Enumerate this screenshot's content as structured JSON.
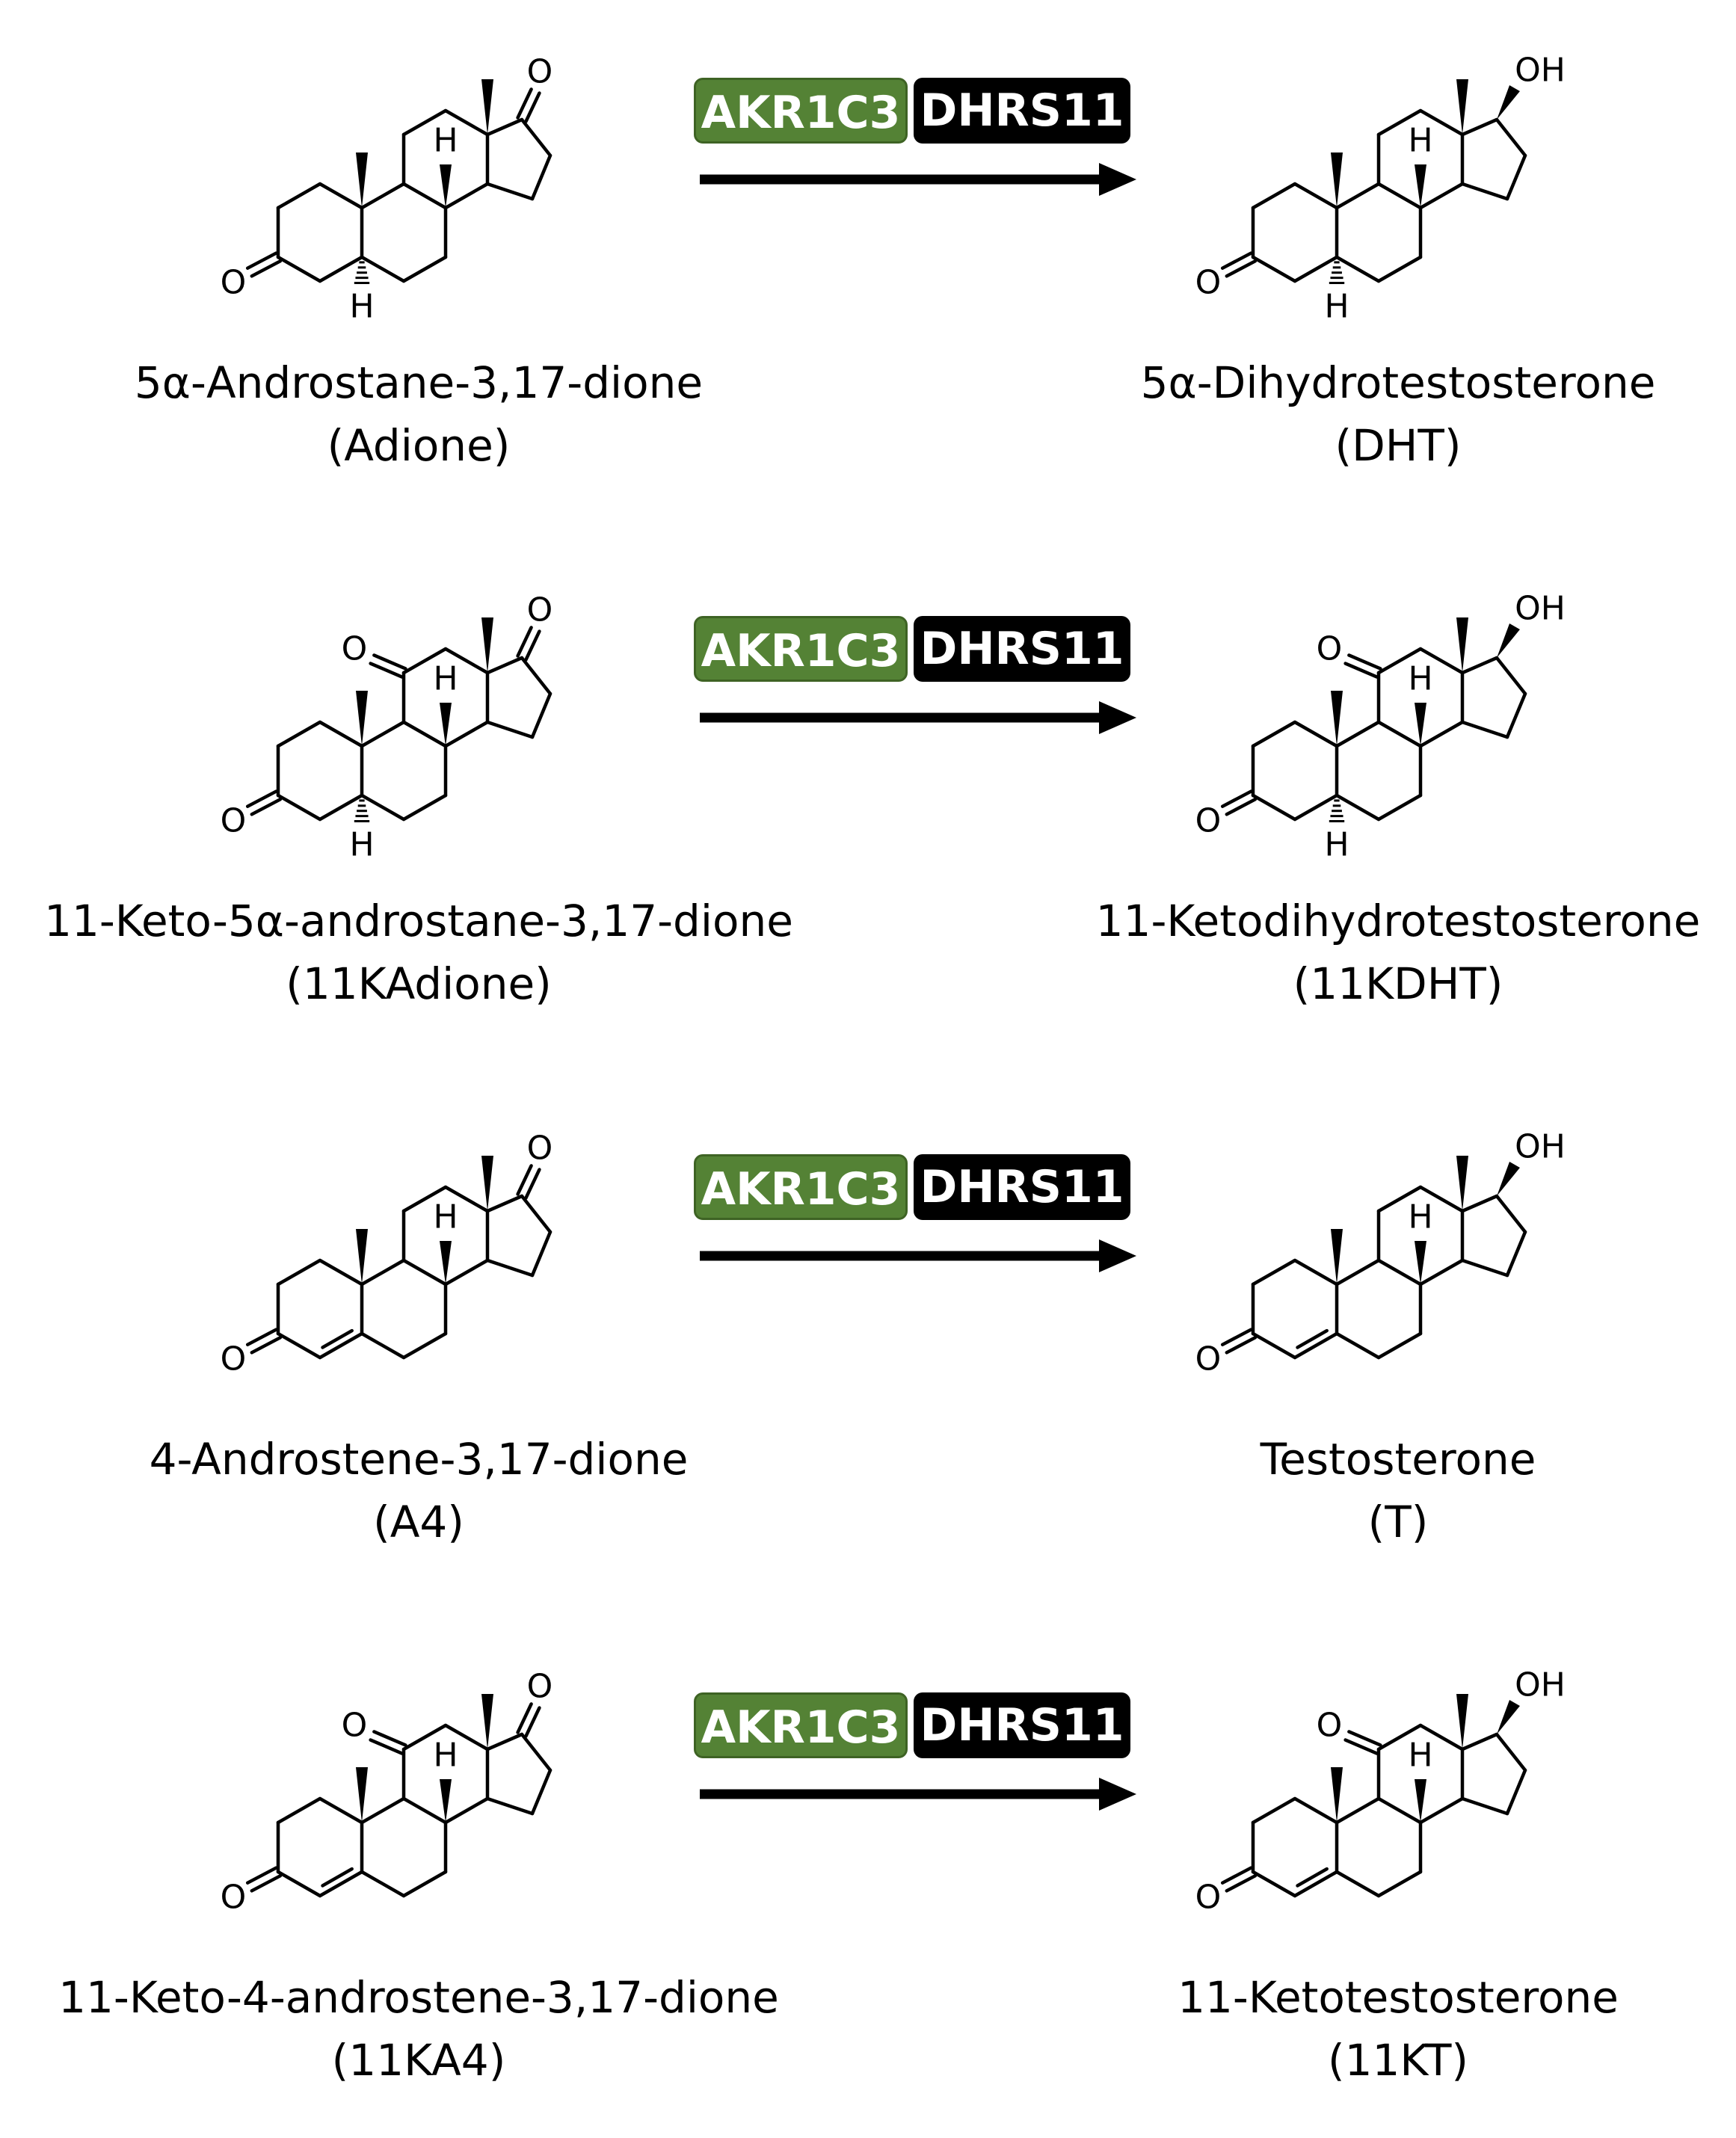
{
  "enzymes": {
    "primary": "AKR1C3",
    "secondary": "DHRS11"
  },
  "colors": {
    "primary_badge": "#548235",
    "secondary_badge": "#000000",
    "text": "#000000"
  },
  "reactions": [
    {
      "substrate": {
        "name": "5α-Androstane-3,17-dione",
        "abbr": "(Adione)",
        "atom_labels": {
          "c3": "O",
          "c17": "O",
          "h5": "H",
          "h8": "H"
        }
      },
      "product": {
        "name": "5α-Dihydrotestosterone",
        "abbr": "(DHT)",
        "atom_labels": {
          "c3": "O",
          "c17": "OH",
          "h5": "H",
          "h8": "H"
        }
      }
    },
    {
      "substrate": {
        "name": "11-Keto-5α-androstane-3,17-dione",
        "abbr": "(11KAdione)",
        "atom_labels": {
          "c3": "O",
          "c11": "O",
          "c17": "O",
          "h5": "H",
          "h8": "H"
        }
      },
      "product": {
        "name": "11-Ketodihydrotestosterone",
        "abbr": "(11KDHT)",
        "atom_labels": {
          "c3": "O",
          "c11": "O",
          "c17": "OH",
          "h5": "H",
          "h8": "H"
        }
      }
    },
    {
      "substrate": {
        "name": "4-Androstene-3,17-dione",
        "abbr": "(A4)",
        "atom_labels": {
          "c3": "O",
          "c17": "O",
          "h8": "H"
        }
      },
      "product": {
        "name": "Testosterone",
        "abbr": "(T)",
        "atom_labels": {
          "c3": "O",
          "c17": "OH",
          "h8": "H"
        }
      }
    },
    {
      "substrate": {
        "name": "11-Keto-4-androstene-3,17-dione",
        "abbr": "(11KA4)",
        "atom_labels": {
          "c3": "O",
          "c11": "O",
          "c17": "O",
          "h8": "H"
        }
      },
      "product": {
        "name": "11-Ketotestosterone",
        "abbr": "(11KT)",
        "atom_labels": {
          "c3": "O",
          "c11": "O",
          "c17": "OH",
          "h8": "H"
        }
      }
    }
  ]
}
